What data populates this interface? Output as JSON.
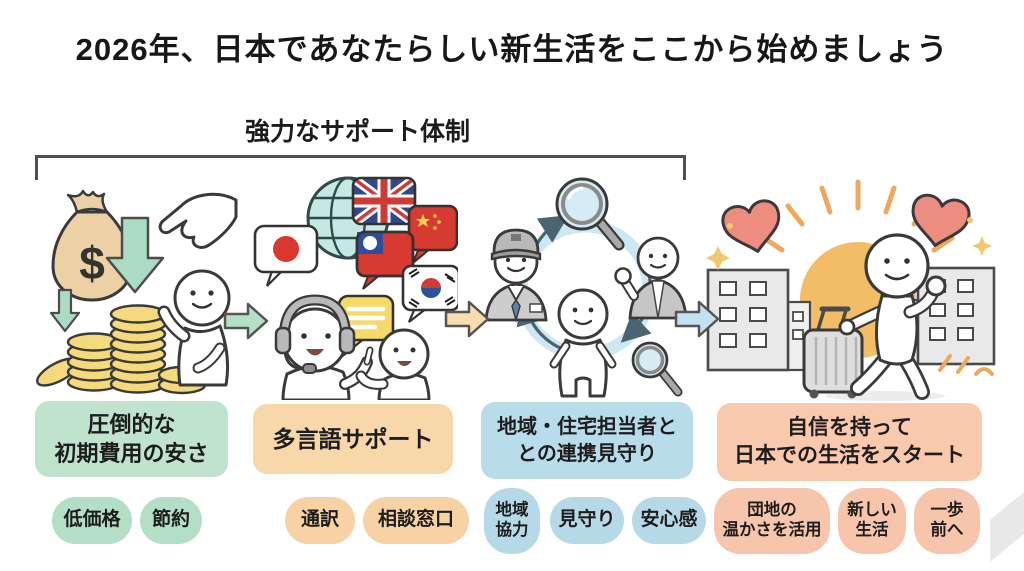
{
  "title": "2026年、日本であなたらしい新生活をここから始めましょう",
  "support": {
    "label": "強力なサポート体制"
  },
  "columns": [
    {
      "name": "initial-cost",
      "label_lines": [
        "圧倒的な",
        "初期費用の安さ"
      ],
      "box_color": "#bfe3cd",
      "tag_color": "#b2dfc5",
      "tags": [
        {
          "lines": [
            "低価格"
          ]
        },
        {
          "lines": [
            "節約"
          ]
        }
      ]
    },
    {
      "name": "multilingual-support",
      "label_lines": [
        "多言語サポート"
      ],
      "box_color": "#f8d7ab",
      "tag_color": "#f6d2a4",
      "tags": [
        {
          "lines": [
            "通訳"
          ]
        },
        {
          "lines": [
            "相談窓口"
          ]
        }
      ]
    },
    {
      "name": "community-watch",
      "label_lines": [
        "地域・住宅担当者と",
        "との連携見守り"
      ],
      "box_color": "#b9dcea",
      "tag_color": "#b6d9e8",
      "tags": [
        {
          "lines": [
            "地域",
            "協力"
          ]
        },
        {
          "lines": [
            "見守り"
          ]
        },
        {
          "lines": [
            "安心感"
          ]
        }
      ]
    },
    {
      "name": "start-life",
      "label_lines": [
        "自信を持って",
        "日本での生活をスタート"
      ],
      "box_color": "#f9c9ae",
      "tag_color": "#f6c5ab",
      "tags": [
        {
          "lines": [
            "団地の",
            "温かさを活用"
          ]
        },
        {
          "lines": [
            "新しい",
            "生活"
          ]
        },
        {
          "lines": [
            "一歩",
            "前へ"
          ]
        }
      ]
    }
  ],
  "arrows": [
    {
      "color": "#b3e0c6"
    },
    {
      "color": "#f8ddb2"
    },
    {
      "color": "#c3e2f0"
    }
  ],
  "palette": {
    "text": "#1f1f1f",
    "outline": "#3a3a3a",
    "sun": "#f3bd66",
    "ray": "#f0a85a",
    "heart": "#ed8d80",
    "coin": "#f4da7c",
    "money_bag": "#ecd0a6",
    "globe": "#c5e8e3",
    "cycle_ring": "#cde7f3",
    "magnifier_lens": "#d6ecf5",
    "building": "#e9e9e9"
  }
}
